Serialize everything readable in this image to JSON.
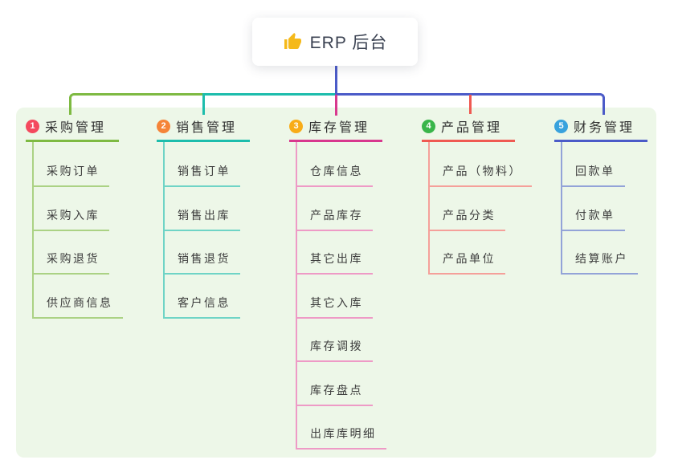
{
  "root": {
    "title": "ERP 后台",
    "icon": "thumbs-up-icon",
    "icon_color": "#f5b91a"
  },
  "panel_color": "#edf7e8",
  "connector": {
    "stem_color": "#4b5bc8"
  },
  "branches": [
    {
      "index": "1",
      "label": "采购管理",
      "badge_color": "#f4495e",
      "line_color": "#7eba42",
      "child_line_color": "#abd284",
      "children": [
        "采购订单",
        "采购入库",
        "采购退货",
        "供应商信息"
      ]
    },
    {
      "index": "2",
      "label": "销售管理",
      "badge_color": "#f58438",
      "line_color": "#1dbdac",
      "child_line_color": "#6fd4c6",
      "children": [
        "销售订单",
        "销售出库",
        "销售退货",
        "客户信息"
      ]
    },
    {
      "index": "3",
      "label": "库存管理",
      "badge_color": "#f8ac18",
      "line_color": "#d8388e",
      "child_line_color": "#ee9ac6",
      "children": [
        "仓库信息",
        "产品库存",
        "其它出库",
        "其它入库",
        "库存调拨",
        "库存盘点",
        "出库库明细"
      ]
    },
    {
      "index": "4",
      "label": "产品管理",
      "badge_color": "#39b54a",
      "line_color": "#ef5a52",
      "child_line_color": "#f5a09a",
      "children": [
        "产品（物料）",
        "产品分类",
        "产品单位"
      ]
    },
    {
      "index": "5",
      "label": "财务管理",
      "badge_color": "#38a2dd",
      "line_color": "#4b5bc8",
      "child_line_color": "#93a3d8",
      "children": [
        "回款单",
        "付款单",
        "结算账户"
      ]
    }
  ]
}
